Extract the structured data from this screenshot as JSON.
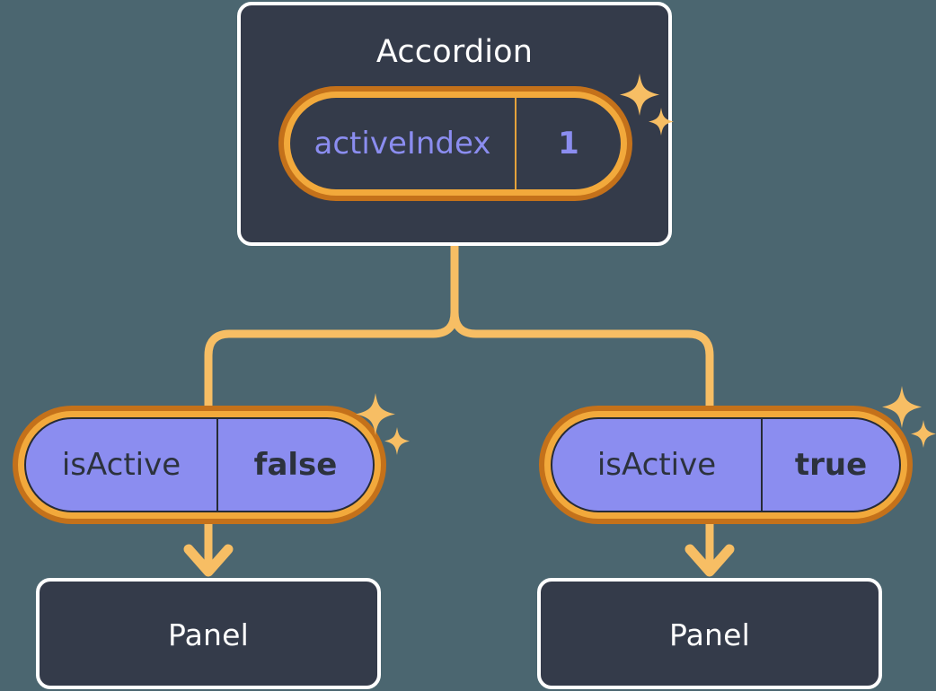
{
  "theme": {
    "background": "#4b6670",
    "card_fill": "#343b4a",
    "card_border": "#ffffff",
    "connector": "#f7be64",
    "ring_outer": "#c4711a",
    "ring_inner": "#f2a93b",
    "pill_fill": "#8b8df0",
    "accent_text": "#8b8df0",
    "pill_text": "#2c323d",
    "sparkle": "#f7be64"
  },
  "diagram": {
    "type": "component-state-tree",
    "root": {
      "title": "Accordion",
      "state": {
        "key": "activeIndex",
        "value": "1"
      }
    },
    "branches": [
      {
        "side": "left",
        "state": {
          "key": "isActive",
          "value": "false"
        },
        "child": {
          "title": "Panel"
        }
      },
      {
        "side": "right",
        "state": {
          "key": "isActive",
          "value": "true"
        },
        "child": {
          "title": "Panel"
        }
      }
    ],
    "icons": {
      "sparkle_large": "sparkle-icon",
      "sparkle_small": "sparkle-icon"
    }
  }
}
